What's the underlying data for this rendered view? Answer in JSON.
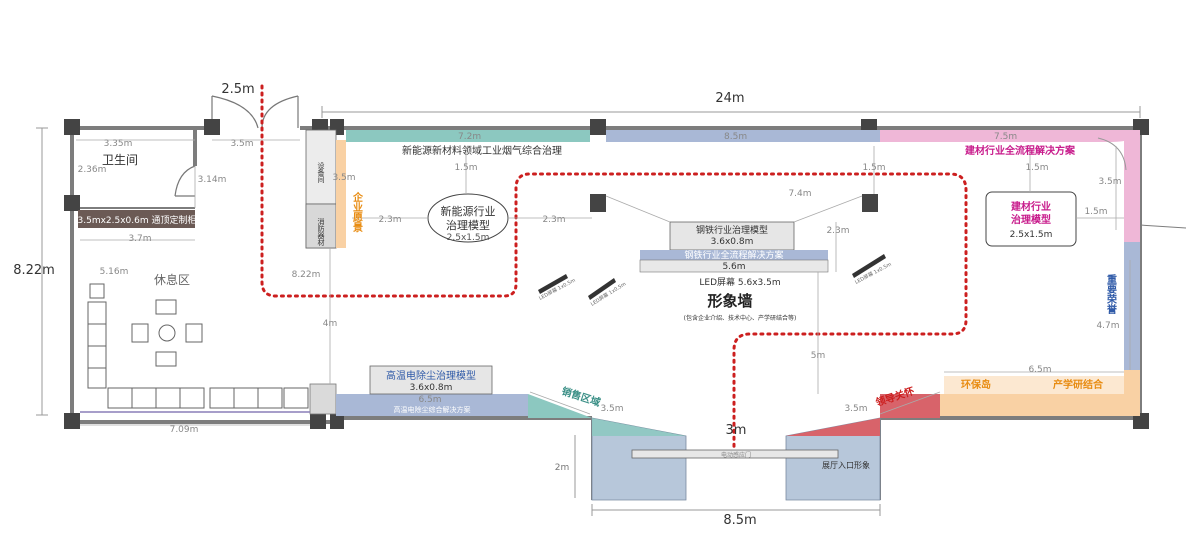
{
  "dims": {
    "top_total": "24m",
    "door_top": "2.5m",
    "height_total": "8.22m",
    "bottom_total": "8.5m",
    "entrance_gap": "3m",
    "entrance_depth": "2m",
    "wall_3_35": "3.35m",
    "wall_3_5a": "3.5m",
    "wall_2_36": "2.36m",
    "wall_3_14": "3.14m",
    "wall_3_7": "3.7m",
    "wall_5_16": "5.16m",
    "wall_7_09": "7.09m",
    "left_8_22": "8.22m",
    "left_4": "4m",
    "left_2_3": "2.3m",
    "seg_7_2": "7.2m",
    "seg_8_5": "8.5m",
    "seg_7_5": "7.5m",
    "v_1_5a": "1.5m",
    "v_1_5b": "1.5m",
    "v_1_5c": "1.5m",
    "v_3_5m": "3.5m",
    "mid_2_3": "2.3m",
    "center_7_4": "7.4m",
    "center_2_3": "2.3m",
    "center_5m": "5m",
    "right_3_5": "3.5m",
    "right_1_5": "1.5m",
    "right_4_7": "4.7m",
    "right_6_5": "6.5m",
    "diag_3_5a": "3.5m",
    "diag_3_5b": "3.5m",
    "band_6_5": "6.5m"
  },
  "rooms": {
    "restroom": "卫生间",
    "lounge": "休息区",
    "cabinet": "3.5mx2.5x0.6m 通顶定制柜"
  },
  "storage": {
    "equipment": "设备间",
    "fire": "消防器材"
  },
  "vision": "企业愿景",
  "zones": {
    "top_left": "新能源新材料领域工业烟气综合治理",
    "top_right": "建材行业全流程解决方案",
    "honor": "重要荣誉",
    "env_island": "环保岛",
    "industry_academy": "产学研结合",
    "leader_care": "领导关怀",
    "sales": "销售区域"
  },
  "models": {
    "new_energy_title": "新能源行业",
    "new_energy_sub": "治理模型",
    "new_energy_size": "2.5x1.5m",
    "steel_title": "钢铁行业治理模型",
    "steel_size": "3.6x0.8m",
    "steel_band": "钢铁行业全流程解决方案",
    "steel_band_size": "5.6m",
    "building_title": "建材行业",
    "building_sub": "治理模型",
    "building_size": "2.5x1.5m",
    "hot_title": "高温电除尘治理模型",
    "hot_size": "3.6x0.8m",
    "hot_band": "高温电除尘综合解决方案"
  },
  "led": {
    "main": "LED屏幕 5.6x3.5m",
    "small": "LED屏幕 1x0.5m"
  },
  "image_wall": {
    "title": "形象墙",
    "note": "(包含企业介绍、技术中心、产学研结合等)"
  },
  "entrance": {
    "door": "电动感应门",
    "label": "展厅入口形象"
  },
  "colors": {
    "teal": "#8cc8c0",
    "blue": "#a9b8d6",
    "pink": "#efb7d7",
    "orange": "#f9d1a4",
    "red": "#d8636a",
    "gray": "#e4e4e4",
    "slate": "#b7c7da",
    "cabinet": "#6b5a55",
    "route": "#cc1f1f",
    "magenta": "#c81c8c",
    "orange_text": "#e88c12",
    "blue_text": "#2f5aa8",
    "teal_text": "#3a8f86"
  }
}
